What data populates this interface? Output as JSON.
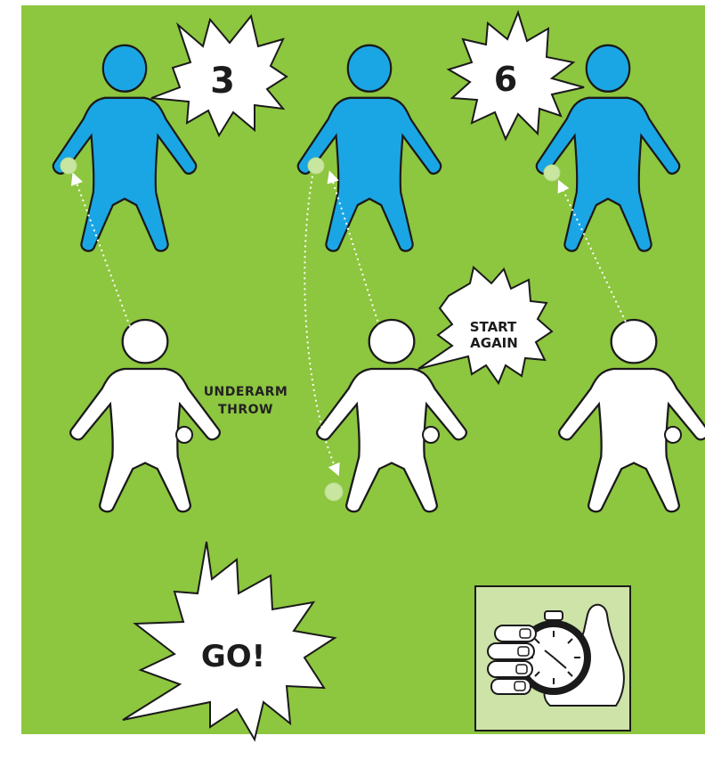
{
  "colors": {
    "field": "#8dc63f",
    "catcher": "#1aa6e4",
    "thrower": "#ffffff",
    "outline": "#1a1a1a",
    "ball": "#c9e6a0",
    "timer_bg": "#cde3a8"
  },
  "bursts": {
    "count_left": "3",
    "count_right": "6",
    "restart_line1": "START",
    "restart_line2": "AGAIN",
    "go": "GO!"
  },
  "labels": {
    "throw_line1": "UNDERARM",
    "throw_line2": "THROW"
  },
  "icons": {
    "timer": "stopwatch-in-hand-icon"
  }
}
